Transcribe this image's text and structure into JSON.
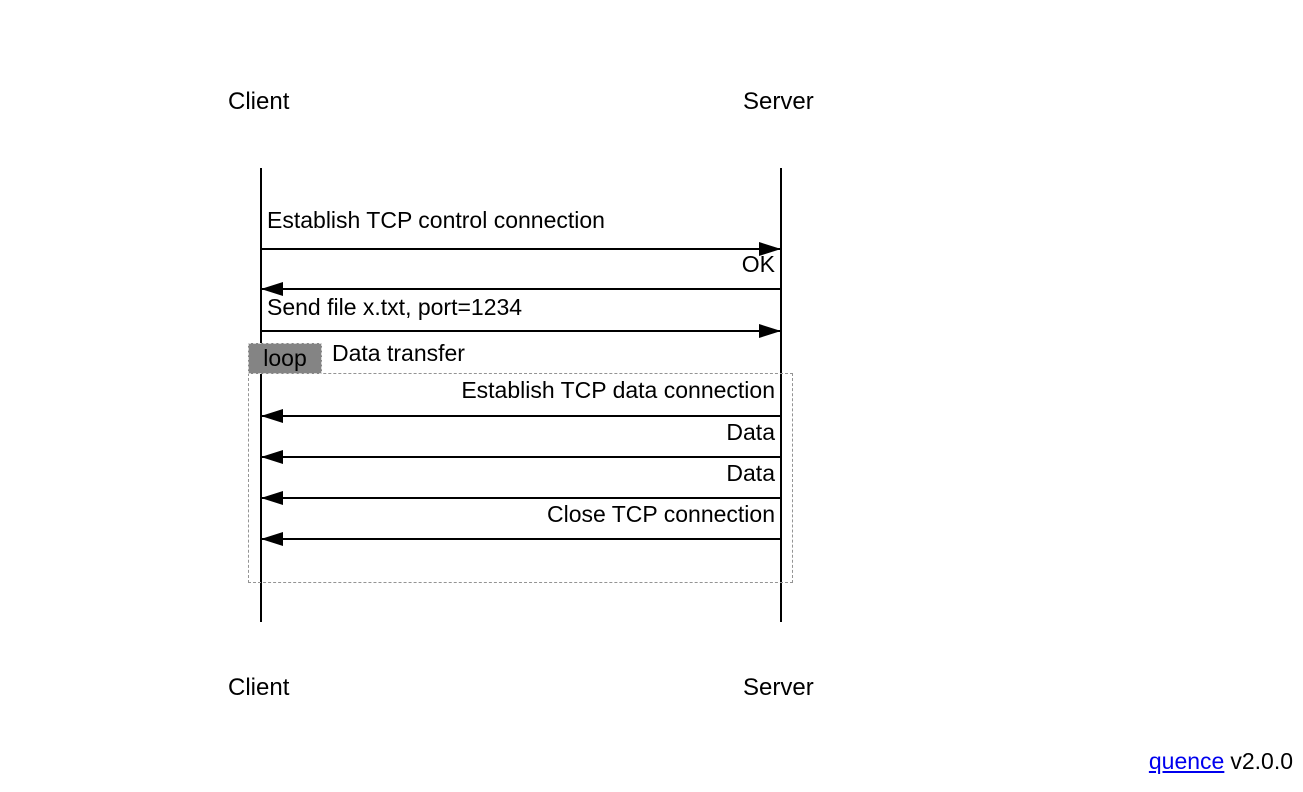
{
  "diagram": {
    "actors": [
      {
        "id": "client",
        "label": "Client"
      },
      {
        "id": "server",
        "label": "Server"
      }
    ],
    "messages": [
      {
        "label": "Establish TCP control connection",
        "from": "Client",
        "to": "Server",
        "direction": "right"
      },
      {
        "label": "OK",
        "from": "Server",
        "to": "Client",
        "direction": "left"
      },
      {
        "label": "Send file x.txt, port=1234",
        "from": "Client",
        "to": "Server",
        "direction": "right"
      },
      {
        "label": "Establish TCP data connection",
        "from": "Server",
        "to": "Client",
        "direction": "left"
      },
      {
        "label": "Data",
        "from": "Server",
        "to": "Client",
        "direction": "left"
      },
      {
        "label": "Data",
        "from": "Server",
        "to": "Client",
        "direction": "left"
      },
      {
        "label": "Close TCP connection",
        "from": "Server",
        "to": "Client",
        "direction": "left"
      }
    ],
    "loop": {
      "operator": "loop",
      "title": "Data transfer"
    },
    "colors": {
      "loop_badge_bg": "#848484",
      "frame_border": "#949494",
      "line": "#000000",
      "text": "#000000",
      "link": "#0000ee"
    }
  },
  "footer": {
    "link_label": "quence",
    "version": "v2.0.0"
  }
}
